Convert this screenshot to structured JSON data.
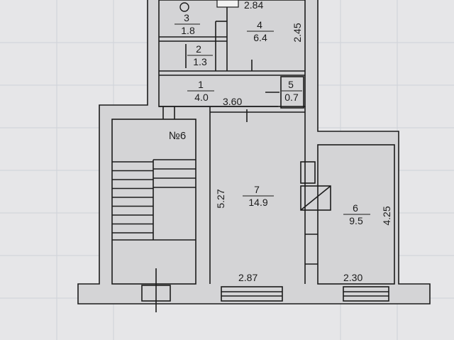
{
  "palette": {
    "paper": "#e6e6e8",
    "grid": "#cfd2d8",
    "wall": "#d4d4d6",
    "ink": "#1b1b1b"
  },
  "rooms": [
    {
      "id": "room-3",
      "number": "3",
      "area": "1.8"
    },
    {
      "id": "room-2",
      "number": "2",
      "area": "1.3"
    },
    {
      "id": "room-4",
      "number": "4",
      "area": "6.4"
    },
    {
      "id": "room-1",
      "number": "1",
      "area": "4.0"
    },
    {
      "id": "room-5",
      "number": "5",
      "area": "0.7"
    },
    {
      "id": "room-7",
      "number": "7",
      "area": "14.9"
    },
    {
      "id": "room-6",
      "number": "6",
      "area": "9.5"
    }
  ],
  "dimensions": {
    "d_284": "2.84",
    "d_245": "2.45",
    "d_360": "3.60",
    "d_527": "5.27",
    "d_287": "2.87",
    "d_230": "2.30",
    "d_425": "4.25"
  },
  "stair_label": "№6"
}
